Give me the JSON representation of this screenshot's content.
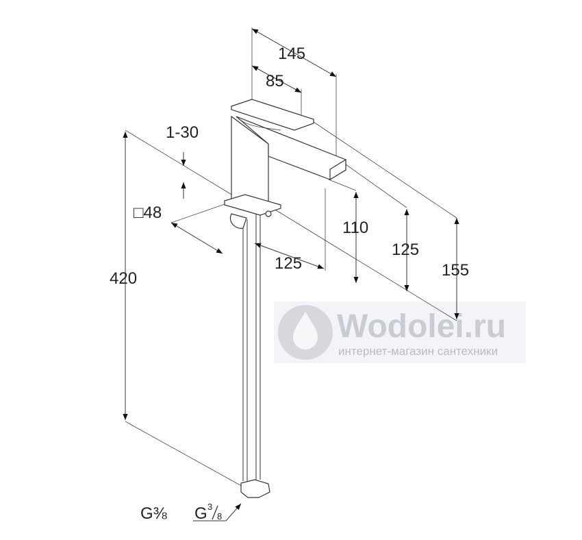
{
  "drawing": {
    "dimensions": {
      "spout_reach_total": "145",
      "handle_length": "85",
      "handle_tilt": "1-30",
      "base_size": "□48",
      "base_to_spout_depth": "125",
      "total_height": "420",
      "spout_outlet_height": "110",
      "body_height": "125",
      "overall_height": "155",
      "connection_thread": "G⅜"
    },
    "thread": {
      "letter": "G",
      "numerator": "3",
      "denominator": "8"
    }
  },
  "watermark": {
    "brand": "Wodolei.ru",
    "tagline": "интернет-магазин сантехники"
  }
}
